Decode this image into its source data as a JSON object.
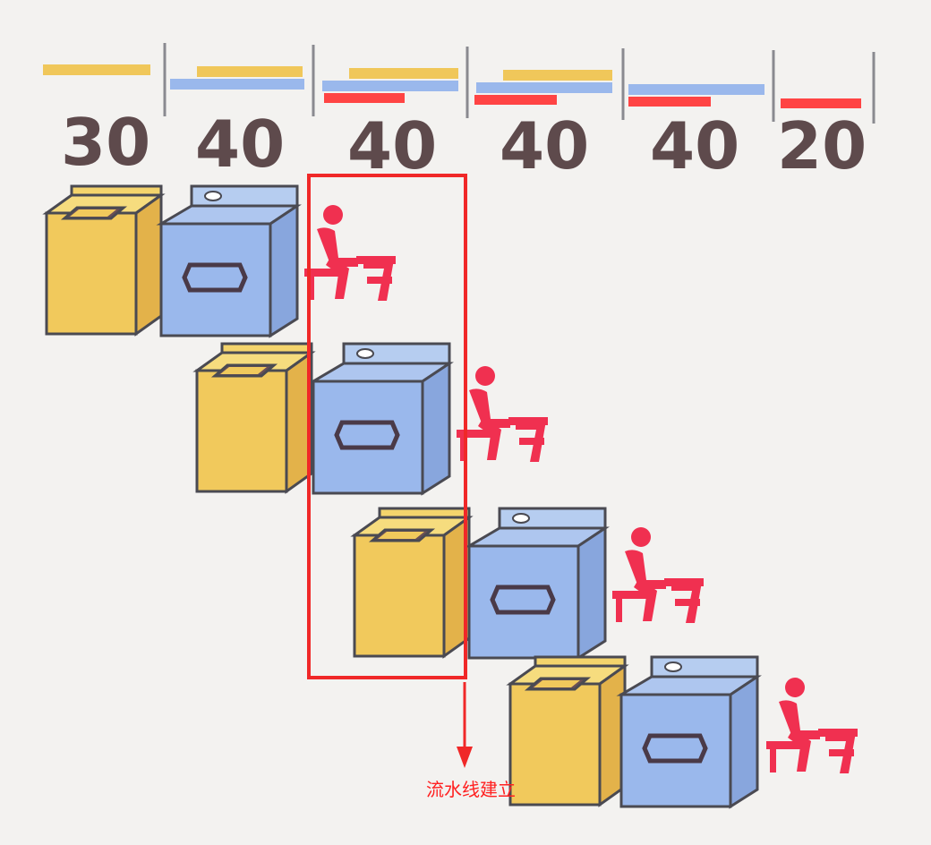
{
  "stage_durations": [
    "30",
    "40",
    "40",
    "40",
    "40",
    "20"
  ],
  "stage_usage": [
    [
      "washer"
    ],
    [
      "washer",
      "dryer"
    ],
    [
      "washer",
      "dryer",
      "folder"
    ],
    [
      "washer",
      "dryer",
      "folder"
    ],
    [
      "dryer",
      "folder"
    ],
    [
      "folder"
    ]
  ],
  "legend_colors": {
    "washer": "#f0c75a",
    "dryer": "#9ab8ec",
    "folder": "#ff4444"
  },
  "loads_count": 4,
  "highlight": {
    "color": "#f02828",
    "annotation": "流水线建立"
  },
  "icons": [
    "washer-icon",
    "dryer-icon",
    "person-folding-icon",
    "down-arrow-icon"
  ]
}
